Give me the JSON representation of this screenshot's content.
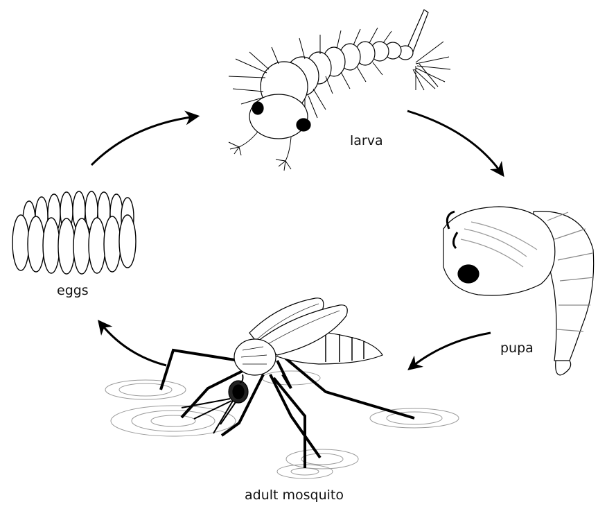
{
  "labels": {
    "larva": "larva",
    "pupa": "pupa",
    "eggs": "eggs",
    "adult": "adult mosquito"
  }
}
